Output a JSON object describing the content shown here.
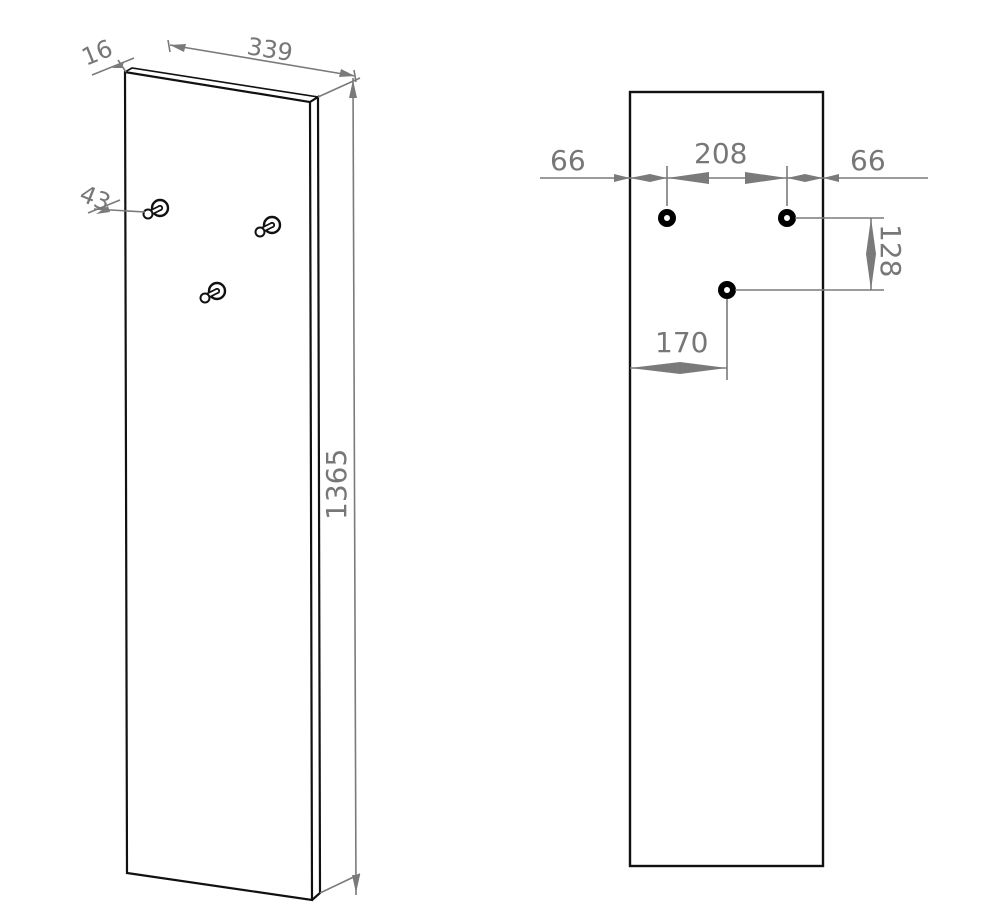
{
  "perspective_view": {
    "dimensions": {
      "thickness": "16",
      "width": "339",
      "height": "1365",
      "hook_depth": "43"
    }
  },
  "front_view": {
    "dimensions": {
      "left_margin": "66",
      "hook_spacing": "208",
      "right_margin": "66",
      "vertical_offset": "128",
      "center_offset": "170"
    }
  },
  "colors": {
    "outline": "#111111",
    "dimension": "#7a7a7a",
    "background": "#ffffff"
  }
}
